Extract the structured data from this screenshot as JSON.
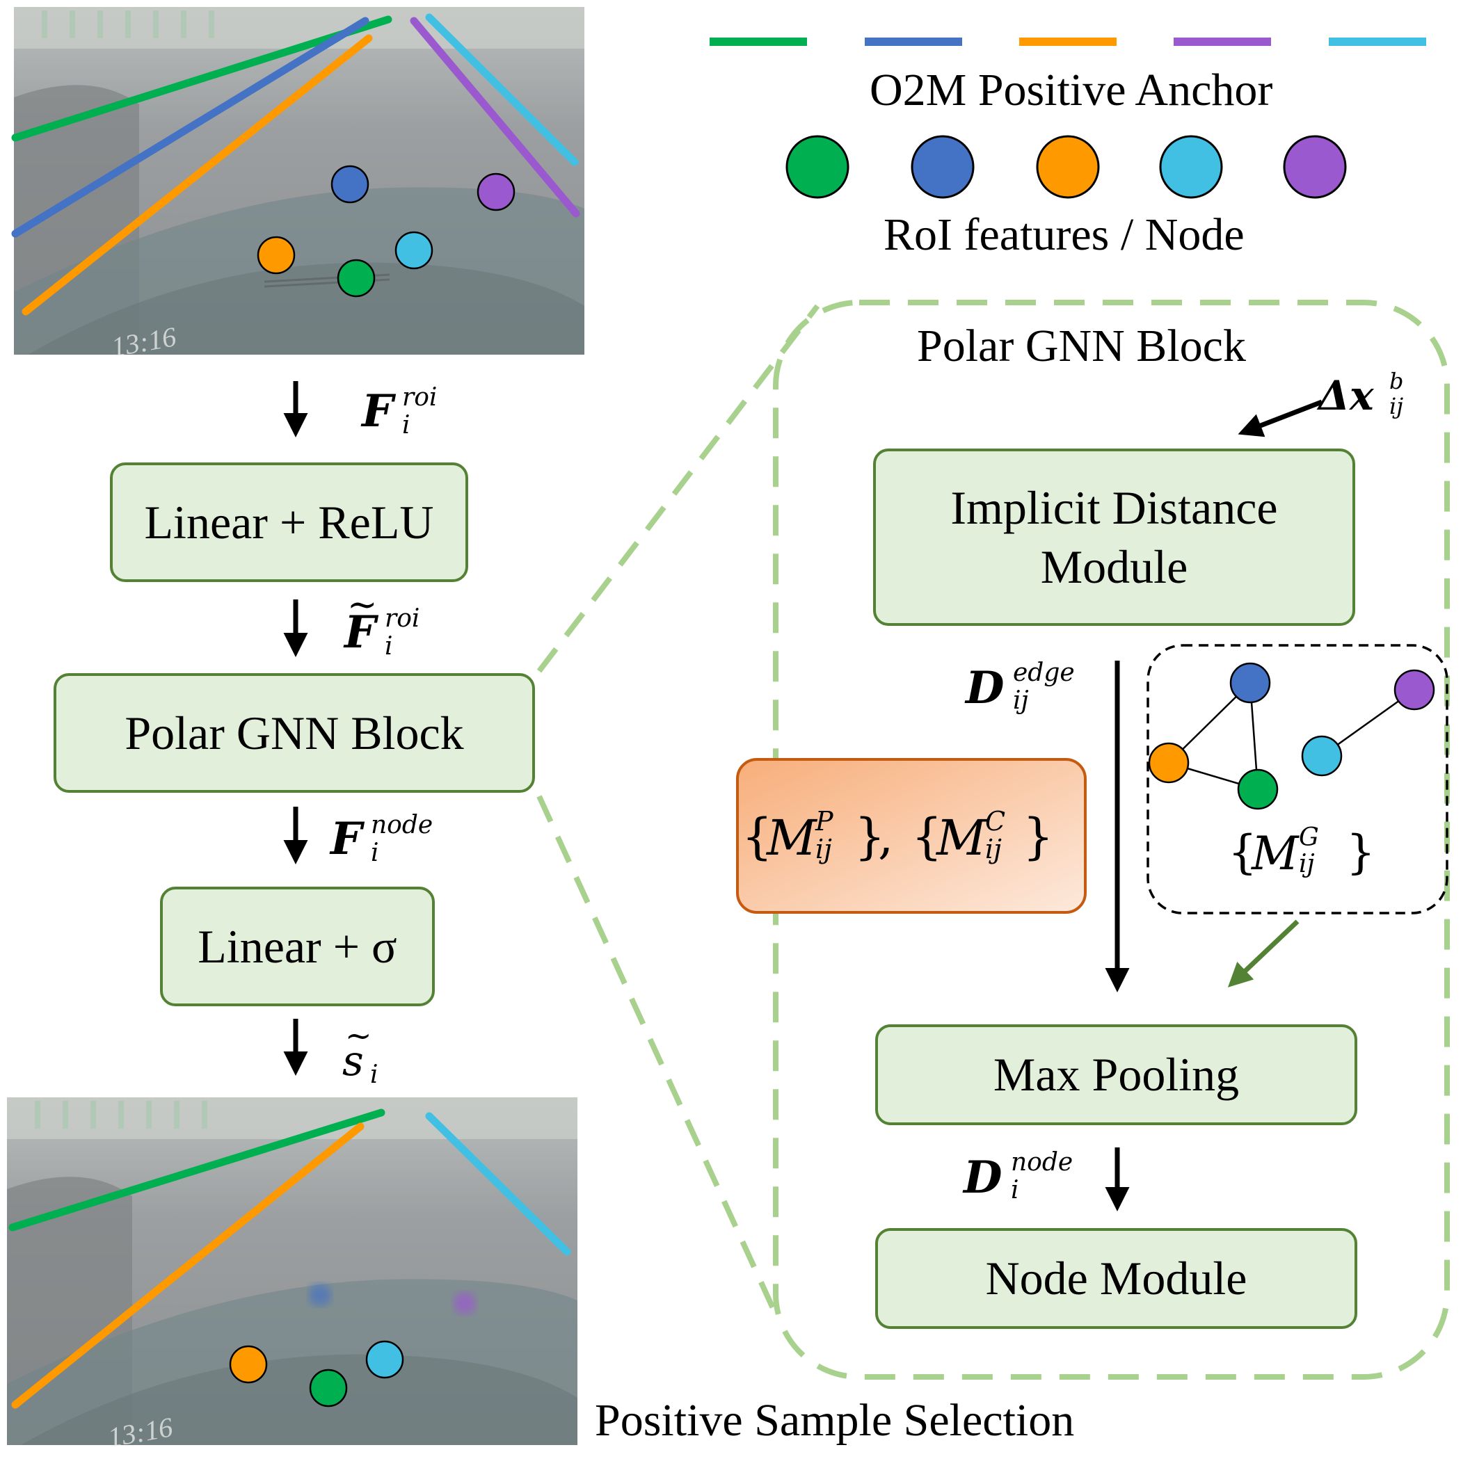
{
  "legend": {
    "anchor_label": "O2M Positive Anchor",
    "node_label": "RoI features / Node",
    "line_colors": [
      "#00b050",
      "#4472c4",
      "#ff9900",
      "#9b59d0",
      "#41c0e3"
    ],
    "dot_colors": [
      "#00b050",
      "#4472c4",
      "#ff9900",
      "#41c0e3",
      "#9b59d0"
    ]
  },
  "timestamp": "13:16",
  "pipeline": {
    "linear_relu": "Linear + ReLU",
    "polar_gnn": "Polar GNN Block",
    "linear_sigma": "Linear + σ"
  },
  "math": {
    "f_roi": {
      "base": "F",
      "sup": "roi",
      "sub": "i"
    },
    "f_roi_tilde": {
      "base": "F",
      "sup": "roi",
      "sub": "i"
    },
    "f_node": {
      "base": "F",
      "sup": "node",
      "sub": "i"
    },
    "s_tilde": {
      "base": "s",
      "sub": "i"
    },
    "delta_x": {
      "base": "Δx",
      "sup": "b",
      "sub": "ij"
    },
    "d_edge": {
      "base": "D",
      "sup": "edge",
      "sub": "ij"
    },
    "d_node": {
      "base": "D",
      "sup": "node",
      "sub": "i"
    },
    "m_p": {
      "base": "M",
      "sup": "P",
      "sub": "ij"
    },
    "m_c": {
      "base": "M",
      "sup": "C",
      "sub": "ij"
    },
    "m_g": {
      "base": "M",
      "sup": "G",
      "sub": "ij"
    }
  },
  "gnn_block": {
    "title": "Polar GNN Block",
    "implicit_line1": "Implicit Distance",
    "implicit_line2": "Module",
    "max_pooling": "Max Pooling",
    "node_module": "Node Module"
  },
  "caption": "Positive Sample Selection",
  "colors": {
    "box_fill": "#e2efda",
    "box_border": "#548235",
    "dashed_green": "#a9d18e",
    "orange_border": "#c55a11",
    "arrow_green": "#548235"
  }
}
